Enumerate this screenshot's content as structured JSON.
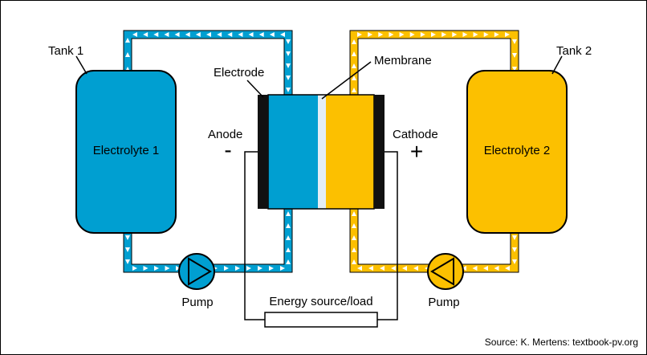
{
  "labels": {
    "tank1": "Tank 1",
    "tank2": "Tank 2",
    "electrolyte1": "Electrolyte 1",
    "electrolyte2": "Electrolyte 2",
    "electrode": "Electrode",
    "membrane": "Membrane",
    "anode": "Anode",
    "cathode": "Cathode",
    "anode_sign": "-",
    "cathode_sign": "+",
    "pump_left": "Pump",
    "pump_right": "Pump",
    "load": "Energy source/load",
    "source": "Source: K. Mertens: textbook-pv.org"
  },
  "colors": {
    "electrolyte1": "#009fd1",
    "electrolyte2": "#fcc000",
    "membrane": "#e4eef5",
    "electrode": "#111111",
    "outline": "#000000",
    "flow_arrow": "#ffffff"
  }
}
